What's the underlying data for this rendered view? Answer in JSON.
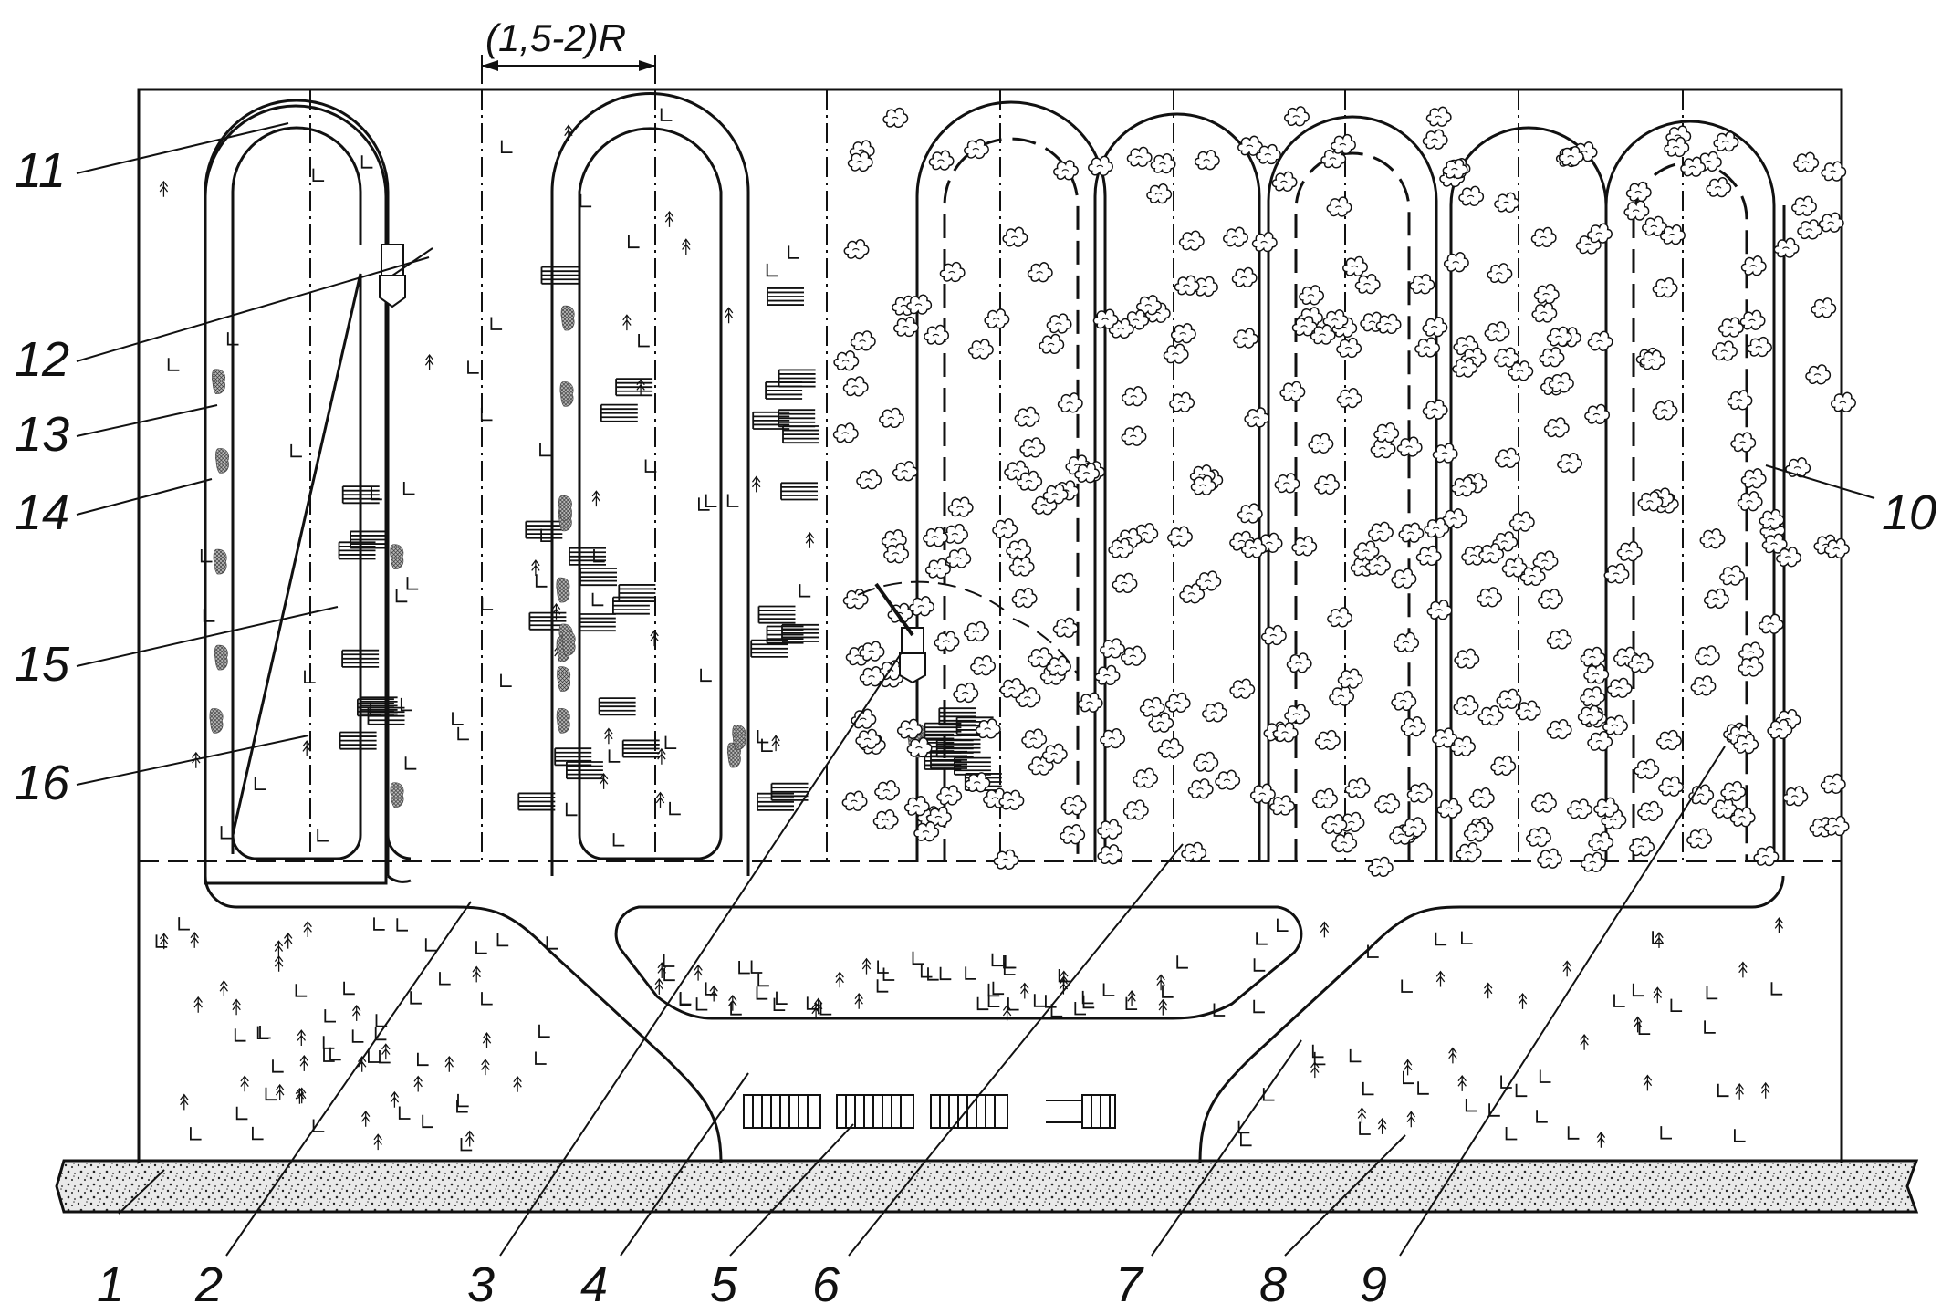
{
  "dimension_label": "(1,5-2)R",
  "callouts": [
    "1",
    "2",
    "3",
    "4",
    "5",
    "6",
    "7",
    "8",
    "9",
    "10",
    "11",
    "12",
    "13",
    "14",
    "15",
    "16"
  ],
  "colors": {
    "ink": "#111111",
    "paper": "#ffffff",
    "road_fill": "#e6e6e6",
    "hatch": "#555555"
  },
  "icons": {
    "grass": "L-glyph",
    "seedling": "arrow-sprout",
    "log_pile": "stacked-lines",
    "brush_pile": "crosshatch",
    "tree_crown": "cloud-shape",
    "harvester": "machine-with-boom",
    "timber_truck": "trailer-with-logs"
  }
}
